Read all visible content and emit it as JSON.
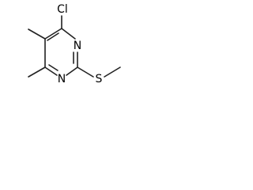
{
  "structure": {
    "atoms": {
      "chlorine": "Cl",
      "nitrogen_top": "N",
      "nitrogen_bottom": "N",
      "sulfur": "S"
    }
  }
}
